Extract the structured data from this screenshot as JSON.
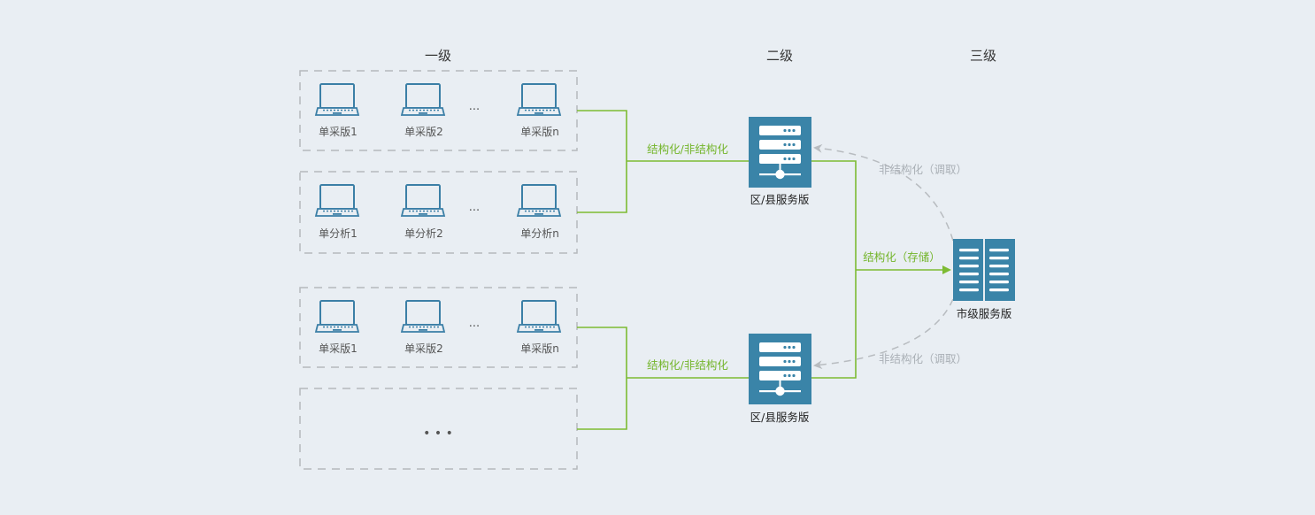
{
  "levels": {
    "level1": "一级",
    "level2": "二级",
    "level3": "三级"
  },
  "groups": [
    {
      "items": [
        "单采版1",
        "单采版2",
        "单采版n"
      ],
      "ellipsis": "..."
    },
    {
      "items": [
        "单分析1",
        "单分析2",
        "单分析n"
      ],
      "ellipsis": "..."
    },
    {
      "items": [
        "单采版1",
        "单采版2",
        "单采版n"
      ],
      "ellipsis": "..."
    },
    {
      "more": "• • •"
    }
  ],
  "servers": {
    "district_top": "区/县服务版",
    "district_bottom": "区/县服务版",
    "city": "市级服务版"
  },
  "edges": {
    "upper_link": "结构化/非结构化",
    "lower_link": "结构化/非结构化",
    "store_link": "结构化（存储）",
    "fetch_top": "非结构化（调取）",
    "fetch_bottom": "非结构化（调取）"
  },
  "colors": {
    "accent_green": "#7dbb33",
    "server_blue": "#3a84a8",
    "icon_blue": "#3b7fa6"
  }
}
